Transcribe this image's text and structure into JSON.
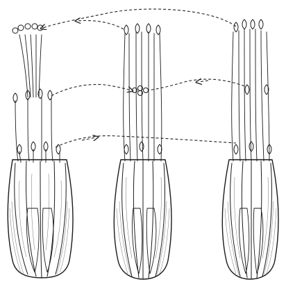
{
  "figure": {
    "description_hidden": "",
    "ink_color": "#1a1a1a",
    "paper_color": "#ffffff",
    "flowers": [
      {
        "id": "left",
        "stage": "stigma-exserted"
      },
      {
        "id": "middle",
        "stage": "stamens-mid"
      },
      {
        "id": "right",
        "stage": "stamens-upper"
      }
    ]
  }
}
